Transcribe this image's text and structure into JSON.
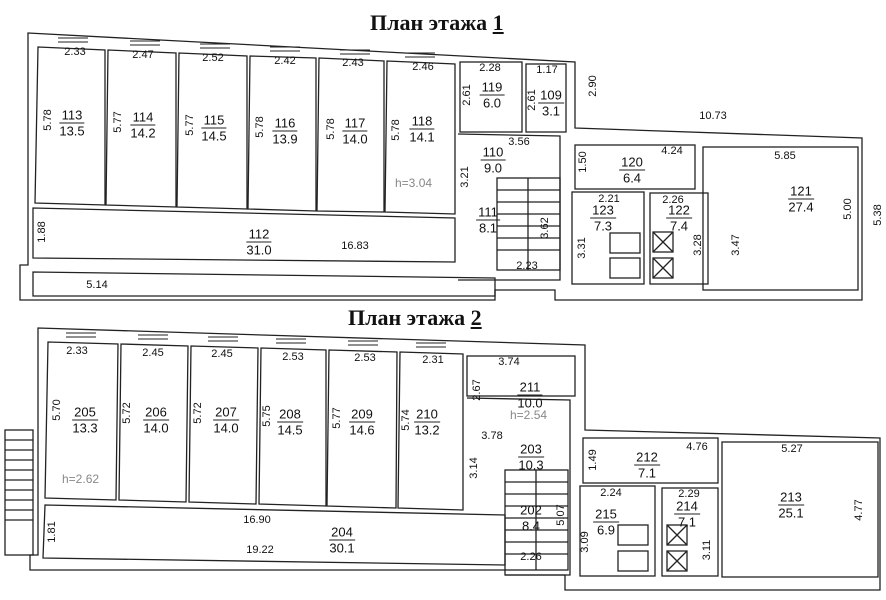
{
  "floors": [
    {
      "title_prefix": "План этажа",
      "title_number": "1",
      "height_label": "h=3.04",
      "rooms": [
        {
          "number": "113",
          "area": "13.5"
        },
        {
          "number": "114",
          "area": "14.2"
        },
        {
          "number": "115",
          "area": "14.5"
        },
        {
          "number": "116",
          "area": "13.9"
        },
        {
          "number": "117",
          "area": "14.0"
        },
        {
          "number": "118",
          "area": "14.1"
        },
        {
          "number": "119",
          "area": "6.0"
        },
        {
          "number": "109",
          "area": "3.1"
        },
        {
          "number": "110",
          "area": "9.0"
        },
        {
          "number": "111",
          "area": "8.1"
        },
        {
          "number": "112",
          "area": "31.0"
        },
        {
          "number": "120",
          "area": "6.4"
        },
        {
          "number": "121",
          "area": "27.4"
        },
        {
          "number": "123",
          "area": "7.3"
        },
        {
          "number": "122",
          "area": "7.4"
        }
      ],
      "dimensions": [
        "2.33",
        "2.47",
        "2.52",
        "2.42",
        "2.43",
        "2.46",
        "2.28",
        "1.17",
        "2.90",
        "10.73",
        "3.56",
        "4.24",
        "5.85",
        "5.78",
        "5.77",
        "5.77",
        "5.78",
        "5.78",
        "5.78",
        "2.61",
        "2.61",
        "3.21",
        "1.50",
        "3.62",
        "2.23",
        "2.21",
        "2.26",
        "3.31",
        "3.28",
        "3.47",
        "5.00",
        "5.38",
        "1.88",
        "16.83",
        "5.14"
      ]
    },
    {
      "title_prefix": "План этажа",
      "title_number": "2",
      "height_label": "h=2.62",
      "height_label_2": "h=2.54",
      "rooms": [
        {
          "number": "205",
          "area": "13.3"
        },
        {
          "number": "206",
          "area": "14.0"
        },
        {
          "number": "207",
          "area": "14.0"
        },
        {
          "number": "208",
          "area": "14.5"
        },
        {
          "number": "209",
          "area": "14.6"
        },
        {
          "number": "210",
          "area": "13.2"
        },
        {
          "number": "211",
          "area": "10.0"
        },
        {
          "number": "203",
          "area": "10.3"
        },
        {
          "number": "202",
          "area": "8.4"
        },
        {
          "number": "204",
          "area": "30.1"
        },
        {
          "number": "212",
          "area": "7.1"
        },
        {
          "number": "213",
          "area": "25.1"
        },
        {
          "number": "215",
          "area": "6.9"
        },
        {
          "number": "214",
          "area": "7.1"
        }
      ],
      "dimensions": [
        "2.33",
        "2.45",
        "2.45",
        "2.53",
        "2.53",
        "2.31",
        "3.74",
        "3.78",
        "4.76",
        "5.27",
        "5.70",
        "5.72",
        "5.72",
        "5.75",
        "5.77",
        "5.74",
        "2.67",
        "3.14",
        "1.49",
        "5.07",
        "2.26",
        "2.24",
        "2.29",
        "3.09",
        "3.11",
        "4.77",
        "1.81",
        "16.90",
        "19.22"
      ]
    }
  ]
}
